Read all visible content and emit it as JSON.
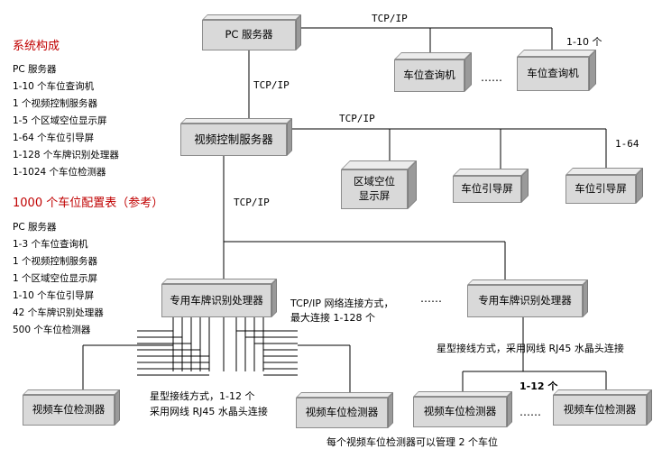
{
  "system_composition": {
    "title": "系统构成",
    "items": [
      "PC 服务器",
      "1-10 个车位查询机",
      "1 个视频控制服务器",
      "1-5 个区域空位显示屏",
      "1-64 个车位引导屏",
      "1-128 个车牌识别处理器",
      "1-1024 个车位检测器"
    ]
  },
  "config_table": {
    "title": "1000 个车位配置表（参考）",
    "items": [
      "PC 服务器",
      "1-3 个车位查询机",
      "1 个视频控制服务器",
      "1 个区域空位显示屏",
      "1-10 个车位引导屏",
      "42 个车牌识别处理器",
      "500 个车位检测器"
    ]
  },
  "nodes": {
    "pc_server": "PC 服务器",
    "query_kiosk_1": "车位查询机",
    "query_kiosk_2": "车位查询机",
    "video_control_server": "视频控制服务器",
    "area_display": "区域空位\n显示屏",
    "guide_screen_1": "车位引导屏",
    "guide_screen_2": "车位引导屏",
    "lpr_processor_1": "专用车牌识别处理器",
    "lpr_processor_2": "专用车牌识别处理器",
    "detector_1": "视频车位检测器",
    "detector_2": "视频车位检测器",
    "detector_3": "视频车位检测器",
    "detector_4": "视频车位检测器"
  },
  "labels": {
    "tcpip_top": "TCP/IP",
    "range_1_10": "1-10 个",
    "tcpip_pc_video": "TCP/IP",
    "tcpip_video_out": "TCP/IP",
    "range_1_64": "1-64",
    "tcpip_down": "TCP/IP",
    "network_mode_line1": "TCP/IP 网络连接方式，",
    "network_mode_line2": "最大连接 1-128 个",
    "star_wiring_right": "星型接线方式，采用网线 RJ45 水晶头连接",
    "range_1_12_right": "1-12 个",
    "star_wiring_left_line1": "星型接线方式，1-12 个",
    "star_wiring_left_line2": "采用网线 RJ45 水晶头连接",
    "footer_note": "每个视频车位检测器可以管理 2 个车位",
    "ellipsis": "……"
  }
}
